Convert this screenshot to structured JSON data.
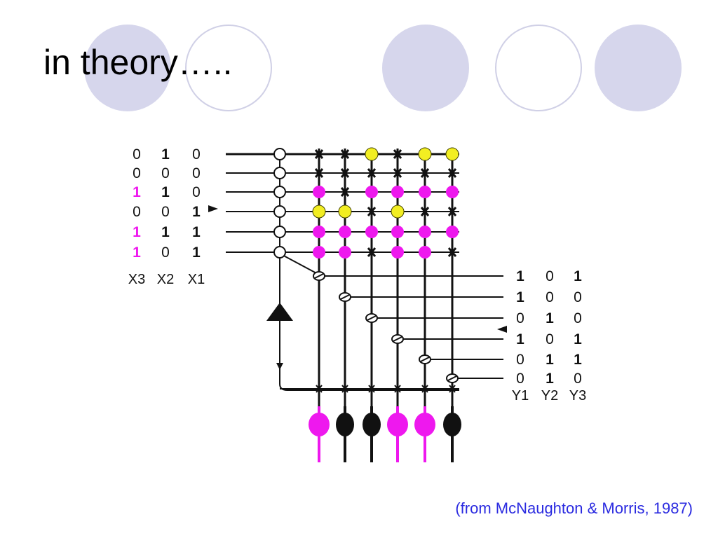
{
  "slide": {
    "title": "in theory…..",
    "citation": "(from McNaughton & Morris, 1987)"
  },
  "colors": {
    "magenta": "#ee18ee",
    "yellow": "#f2ee22",
    "line": "#111111",
    "decor_fill": "#d6d6ec",
    "decor_stroke": "#d0d0e6",
    "citation": "#2a2ae0"
  },
  "diagram": {
    "x_headers": [
      "X3",
      "X2",
      "X1"
    ],
    "y_headers": [
      "Y1",
      "Y2",
      "Y3"
    ],
    "x_patterns": [
      [
        {
          "v": "0"
        },
        {
          "v": "1",
          "b": true
        },
        {
          "v": "0"
        }
      ],
      [
        {
          "v": "0"
        },
        {
          "v": "0"
        },
        {
          "v": "0"
        }
      ],
      [
        {
          "v": "1",
          "m": true
        },
        {
          "v": "1",
          "b": true
        },
        {
          "v": "0"
        }
      ],
      [
        {
          "v": "0"
        },
        {
          "v": "0"
        },
        {
          "v": "1",
          "b": true
        }
      ],
      [
        {
          "v": "1",
          "m": true
        },
        {
          "v": "1",
          "b": true
        },
        {
          "v": "1",
          "b": true
        }
      ],
      [
        {
          "v": "1",
          "m": true
        },
        {
          "v": "0"
        },
        {
          "v": "1",
          "b": true
        }
      ]
    ],
    "y_patterns": [
      [
        {
          "v": "1",
          "b": true
        },
        {
          "v": "0"
        },
        {
          "v": "1",
          "b": true
        }
      ],
      [
        {
          "v": "1",
          "b": true
        },
        {
          "v": "0"
        },
        {
          "v": "0"
        }
      ],
      [
        {
          "v": "0"
        },
        {
          "v": "1",
          "b": true
        },
        {
          "v": "0"
        }
      ],
      [
        {
          "v": "1",
          "b": true
        },
        {
          "v": "0"
        },
        {
          "v": "1",
          "b": true
        }
      ],
      [
        {
          "v": "0"
        },
        {
          "v": "1",
          "b": true
        },
        {
          "v": "1",
          "b": true
        }
      ],
      [
        {
          "v": "0"
        },
        {
          "v": "1",
          "b": true
        },
        {
          "v": "0"
        }
      ]
    ],
    "synapses": [
      [
        "x",
        "x",
        "y",
        "x",
        "y",
        "y"
      ],
      [
        "x",
        "x",
        "x",
        "x",
        "x",
        "x"
      ],
      [
        "m",
        "x",
        "m",
        "m",
        "m",
        "m"
      ],
      [
        "y",
        "y",
        "x",
        "y",
        "x",
        "x"
      ],
      [
        "m",
        "m",
        "m",
        "m",
        "m",
        "m"
      ],
      [
        "m",
        "m",
        "x",
        "m",
        "m",
        "x"
      ]
    ],
    "outputs": [
      "m",
      "k",
      "k",
      "m",
      "m",
      "k"
    ]
  }
}
